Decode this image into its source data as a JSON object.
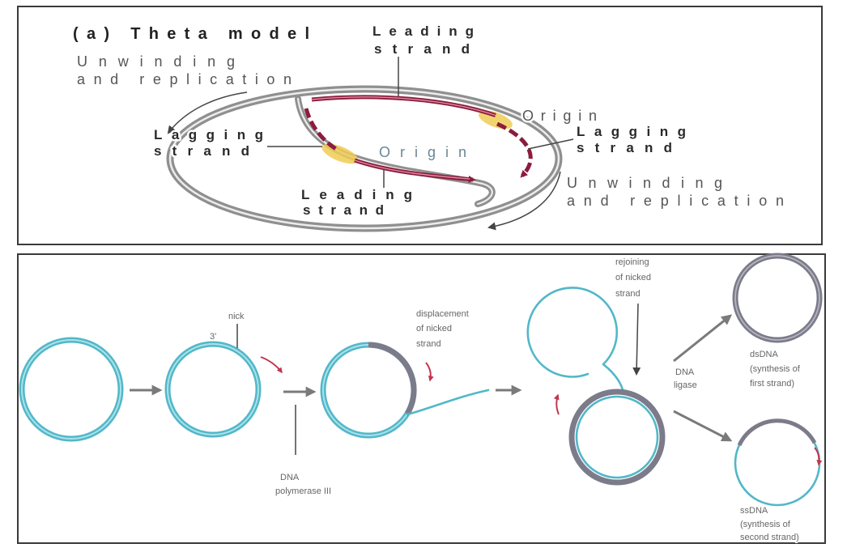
{
  "panel_a": {
    "title": "(a) Theta model",
    "unwinding_left": [
      "Unwinding",
      "and replication"
    ],
    "leading_top": [
      "Leading",
      "strand"
    ],
    "origin_right": "Origin",
    "lagging_right": [
      "Lagging",
      "strand"
    ],
    "lagging_left": [
      "Lagging",
      "strand"
    ],
    "origin_center": "Origin",
    "leading_bottom": [
      "Leading",
      "strand"
    ],
    "unwinding_right": [
      "Unwinding",
      "and replication"
    ]
  },
  "panel_b": {
    "nick": "nick",
    "three_prime": "3'",
    "displacement": [
      "displacement",
      "of nicked",
      "strand"
    ],
    "polymerase": [
      "DNA",
      "polymerase III"
    ],
    "rejoining": [
      "rejoining",
      "of nicked",
      "strand"
    ],
    "ligase": [
      "DNA",
      "ligase"
    ],
    "dsdna": [
      "dsDNA",
      "(synthesis of",
      "first strand)"
    ],
    "ssdna": [
      "ssDNA",
      "(synthesis of",
      "second strand)"
    ]
  },
  "colors": {
    "template_strand": "#52b7c8",
    "new_strand": "#7b7b8a",
    "theta_strand": "#8c1c3e",
    "origin": "#f0cd55",
    "direction_arrow": "#c2364f"
  }
}
